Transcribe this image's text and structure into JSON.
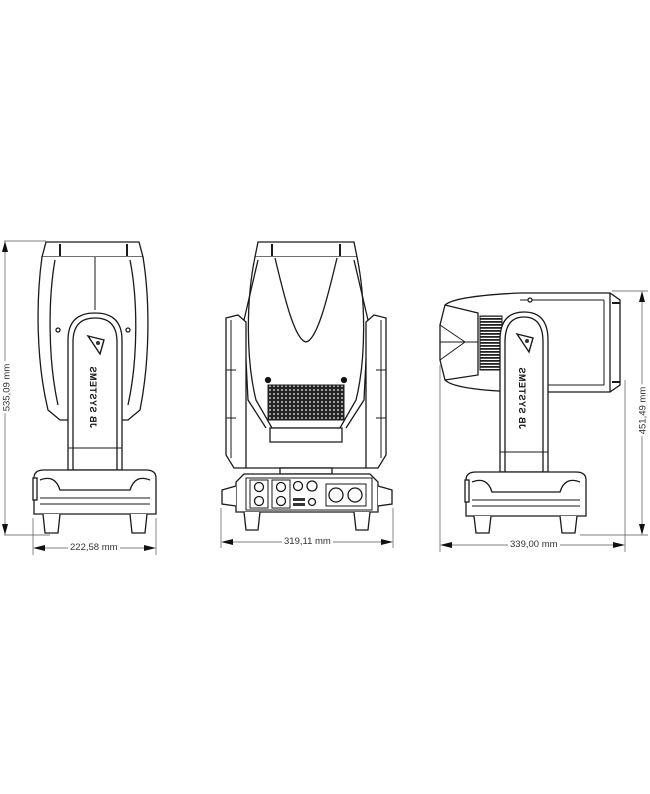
{
  "diagram": {
    "type": "technical-dimension-drawing",
    "subject": "moving head light fixture",
    "brand_logo_text": "JB SYSTEMS",
    "line_color": "#1a1a1a",
    "dimension_line_color": "#555555",
    "background": "#ffffff",
    "views": [
      {
        "name": "side-view",
        "dimensions": {
          "height_label": "535,09 mm",
          "width_label": "222,58 mm"
        }
      },
      {
        "name": "front-view",
        "dimensions": {
          "width_label": "319,11 mm"
        }
      },
      {
        "name": "side-view-tilted",
        "dimensions": {
          "height_label": "451,49 mm",
          "width_label": "339,00 mm"
        }
      }
    ]
  }
}
